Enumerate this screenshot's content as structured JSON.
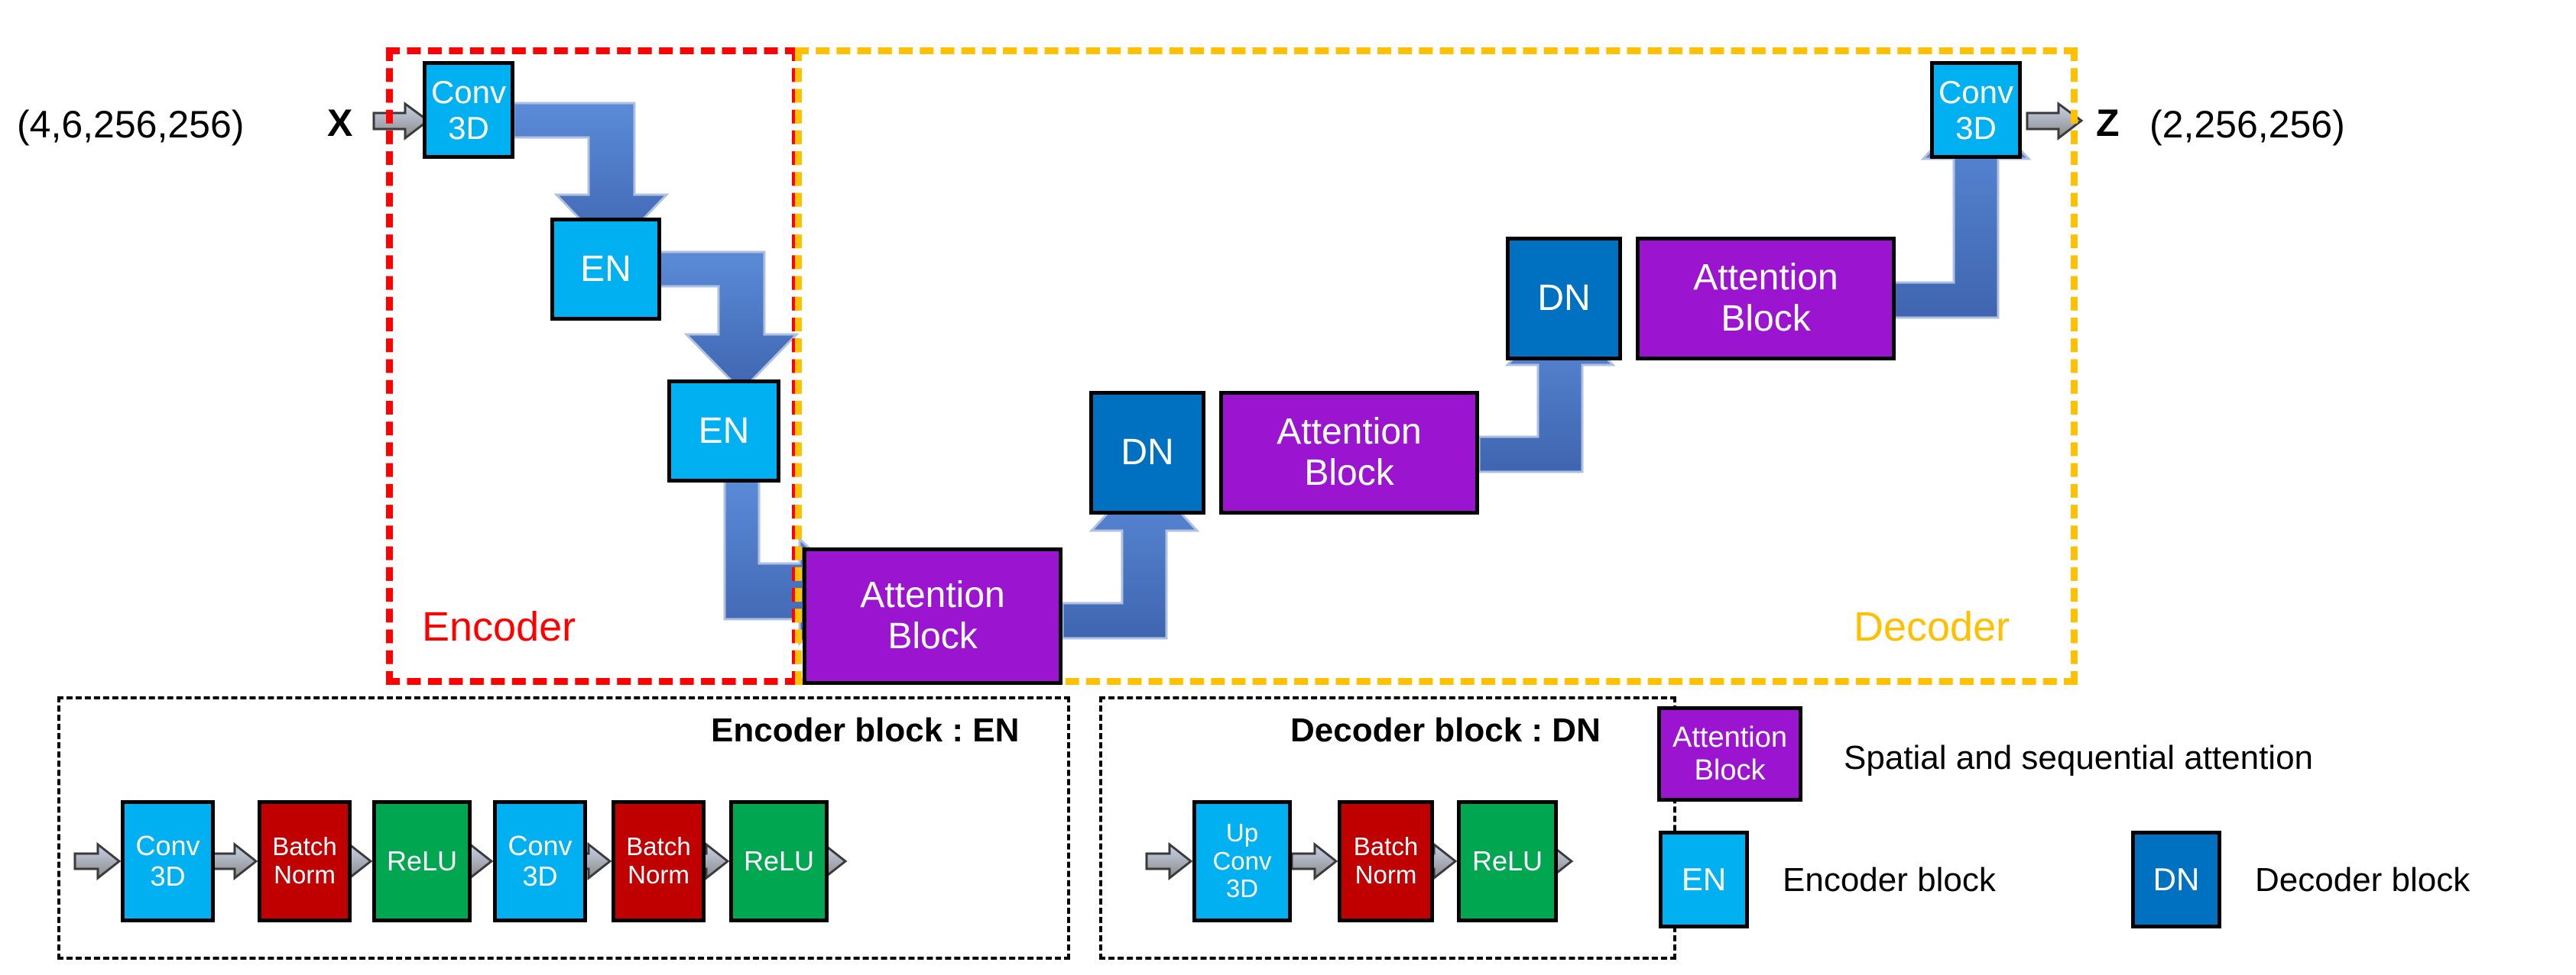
{
  "diagram": {
    "io": {
      "input_shape": "(4,6,256,256)",
      "input_symbol": "X",
      "output_symbol": "Z",
      "output_shape": "(2,256,256)"
    },
    "regions": [
      {
        "key": "encoder",
        "label": "Encoder",
        "color": "#FF0000"
      },
      {
        "key": "decoder",
        "label": "Decoder",
        "color": "#FFC000"
      }
    ],
    "main_blocks": [
      {
        "id": "conv3d-in",
        "label": "Conv\n3D",
        "lines": [
          "Conv",
          "3D"
        ],
        "color": "#00B0F0"
      },
      {
        "id": "en-1",
        "label": "EN",
        "lines": [
          "EN"
        ],
        "color": "#00B0F0"
      },
      {
        "id": "en-2",
        "label": "EN",
        "lines": [
          "EN"
        ],
        "color": "#00B0F0"
      },
      {
        "id": "attn-1",
        "label": "Attention Block",
        "lines": [
          "Attention",
          "Block"
        ],
        "color": "#9B14D0"
      },
      {
        "id": "dn-1",
        "label": "DN",
        "lines": [
          "DN"
        ],
        "color": "#0070C0"
      },
      {
        "id": "attn-2",
        "label": "Attention Block",
        "lines": [
          "Attention",
          "Block"
        ],
        "color": "#9B14D0"
      },
      {
        "id": "dn-2",
        "label": "DN",
        "lines": [
          "DN"
        ],
        "color": "#0070C0"
      },
      {
        "id": "attn-3",
        "label": "Attention Block",
        "lines": [
          "Attention",
          "Block"
        ],
        "color": "#9B14D0"
      },
      {
        "id": "conv3d-out",
        "label": "Conv\n3D",
        "lines": [
          "Conv",
          "3D"
        ],
        "color": "#00B0F0"
      }
    ],
    "encoder_panel": {
      "title": "Encoder block : EN",
      "blocks": [
        {
          "lines": [
            "Conv",
            "3D"
          ],
          "color": "#00B0F0"
        },
        {
          "lines": [
            "Batch",
            "Norm"
          ],
          "color": "#C00000"
        },
        {
          "lines": [
            "ReLU"
          ],
          "color": "#00A650"
        },
        {
          "lines": [
            "Conv",
            "3D"
          ],
          "color": "#00B0F0"
        },
        {
          "lines": [
            "Batch",
            "Norm"
          ],
          "color": "#C00000"
        },
        {
          "lines": [
            "ReLU"
          ],
          "color": "#00A650"
        }
      ]
    },
    "decoder_panel": {
      "title": "Decoder block : DN",
      "blocks": [
        {
          "lines": [
            "Up",
            "Conv",
            "3D"
          ],
          "color": "#00B0F0"
        },
        {
          "lines": [
            "Batch",
            "Norm"
          ],
          "color": "#C00000"
        },
        {
          "lines": [
            "ReLU"
          ],
          "color": "#00A650"
        }
      ]
    },
    "legend": [
      {
        "swatch_lines": [
          "Attention",
          "Block"
        ],
        "color": "#9B14D0",
        "text": "Spatial and sequential attention"
      },
      {
        "swatch_lines": [
          "EN"
        ],
        "color": "#00B0F0",
        "text": "Encoder block"
      },
      {
        "swatch_lines": [
          "DN"
        ],
        "color": "#0070C0",
        "text": "Decoder block"
      }
    ],
    "colors": {
      "encoder_border": "#FF0000",
      "decoder_border": "#FFC000",
      "cyan": "#00B0F0",
      "dark_blue": "#0070C0",
      "purple": "#9B14D0",
      "batch_norm_red": "#C00000",
      "relu_green": "#00A650",
      "flow_arrow_blue": "#4472C4",
      "io_arrow_gray": "#A6A6A6"
    }
  }
}
